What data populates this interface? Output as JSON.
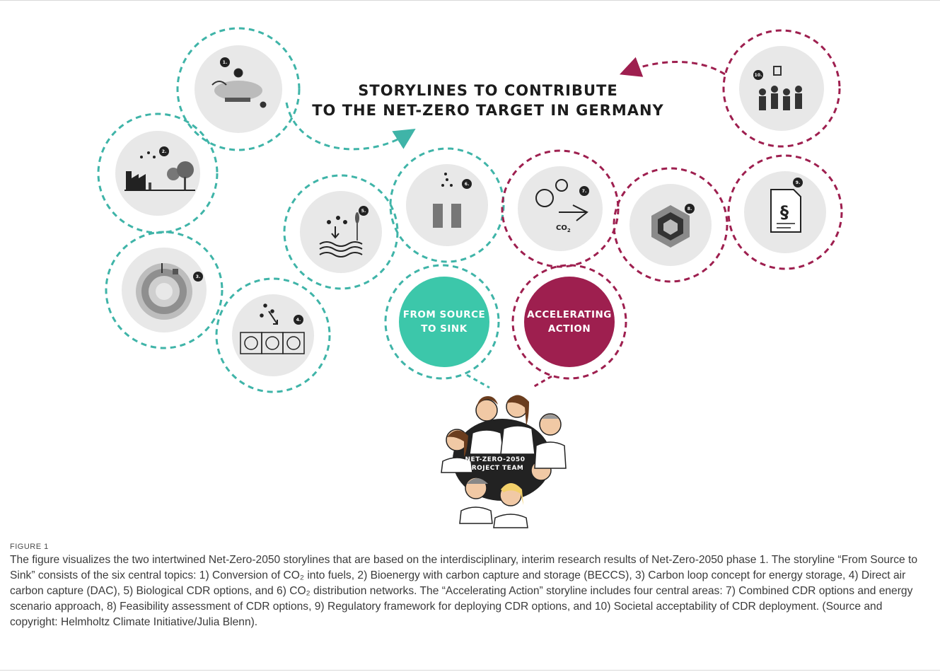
{
  "figure": {
    "title_line1": "STORYLINES TO CONTRIBUTE",
    "title_line2": "TO THE NET-ZERO TARGET IN GERMANY",
    "bubble_source_line1": "FROM SOURCE",
    "bubble_source_line2": "TO SINK",
    "bubble_action_line1": "ACCELERATING",
    "bubble_action_line2": "ACTION",
    "team_line1": "NET-ZERO-2050",
    "team_line2": "PROJECT TEAM",
    "topics": [
      {
        "number": "1."
      },
      {
        "number": "2."
      },
      {
        "number": "3."
      },
      {
        "number": "4."
      },
      {
        "number": "5."
      },
      {
        "number": "6."
      },
      {
        "number": "7."
      },
      {
        "number": "8."
      },
      {
        "number": "9."
      },
      {
        "number": "10."
      }
    ],
    "co2_label": "CO",
    "co2_sub": "2",
    "section_mark": "§",
    "colors": {
      "teal": "#3cc7aa",
      "dashed_teal": "#3fb4a8",
      "maroon": "#9e1f4f",
      "circle_fill": "#e8e8e8",
      "dark": "#222222"
    }
  },
  "caption": {
    "label": "FIGURE 1",
    "text": "The figure visualizes the two intertwined Net-Zero-2050 storylines that are based on the interdisciplinary, interim research results of Net-Zero-2050 phase 1. The storyline “From Source to Sink” consists of the six central topics: 1) Conversion of CO₂ into fuels, 2) Bioenergy with carbon capture and storage (BECCS), 3) Carbon loop concept for energy storage, 4) Direct air carbon capture (DAC), 5) Biological CDR options, and 6) CO₂ distribution networks. The “Accelerating Action” storyline includes four central areas: 7) Combined CDR options and energy scenario approach, 8) Feasibility assessment of CDR options, 9) Regulatory framework for deploying CDR options, and 10) Societal acceptability of CDR deployment. (Source and copyright: Helmholtz Climate Initiative/Julia Blenn)."
  }
}
